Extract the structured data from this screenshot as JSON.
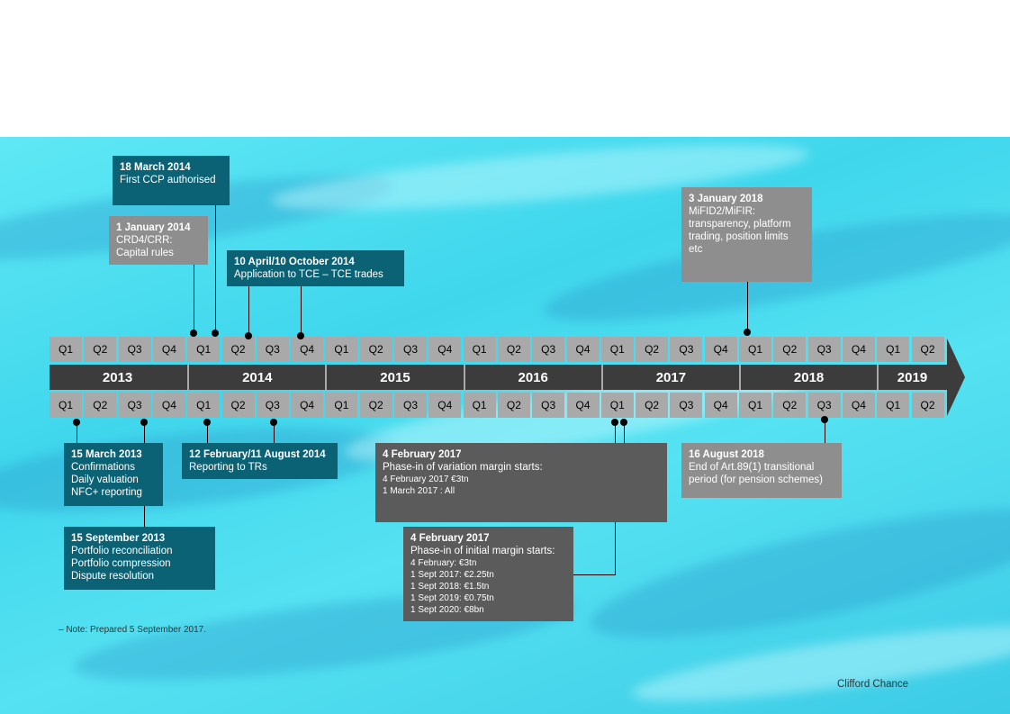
{
  "quarters": [
    "Q1",
    "Q2",
    "Q3",
    "Q4",
    "Q1",
    "Q2",
    "Q3",
    "Q4",
    "Q1",
    "Q2",
    "Q3",
    "Q4",
    "Q1",
    "Q2",
    "Q3",
    "Q4",
    "Q1",
    "Q2",
    "Q3",
    "Q4",
    "Q1",
    "Q2",
    "Q3",
    "Q4",
    "Q1",
    "Q2"
  ],
  "years": [
    "2013",
    "2014",
    "2015",
    "2016",
    "2017",
    "2018",
    "2019"
  ],
  "events": {
    "ccp": {
      "title": "18 March 2014",
      "lines": [
        "First CCP authorised"
      ]
    },
    "crd4": {
      "title": "1 January 2014",
      "lines": [
        "CRD4/CRR:",
        "Capital rules"
      ]
    },
    "tce": {
      "title": "10 April/10 October 2014",
      "lines": [
        "Application to TCE – TCE trades"
      ]
    },
    "mifid": {
      "title": "3 January 2018",
      "lines": [
        "MiFID2/MiFIR:",
        "transparency, platform",
        "trading, position limits",
        "etc"
      ]
    },
    "mar2013": {
      "title": "15 March 2013",
      "lines": [
        "Confirmations",
        "Daily valuation",
        "NFC+ reporting"
      ]
    },
    "sep2013": {
      "title": "15 September 2013",
      "lines": [
        "Portfolio reconciliation",
        "Portfolio compression",
        "Dispute resolution"
      ]
    },
    "trs": {
      "title": "12 February/11 August  2014",
      "lines": [
        "Reporting to TRs"
      ]
    },
    "vm": {
      "title": "4 February 2017",
      "lines": [
        "Phase-in of variation margin starts:"
      ],
      "small": [
        "4 February 2017 €3tn",
        "1 March 2017 : All"
      ]
    },
    "im": {
      "title": "4 February 2017",
      "lines": [
        "Phase-in of initial margin starts:"
      ],
      "small": [
        "4 February: €3tn",
        "1 Sept 2017: €2.25tn",
        "1 Sept 2018: €1.5tn",
        "1 Sept 2019: €0.75tn",
        "1 Sept 2020: €8bn"
      ]
    },
    "pension": {
      "title": "16 August 2018",
      "lines": [
        "End of Art.89(1) transitional",
        "period (for pension schemes)"
      ]
    }
  },
  "note": "–     Note: Prepared 5 September 2017.",
  "brand": "Clifford Chance",
  "colors": {
    "teal": "#0b6275",
    "grey": "#8e8e8e",
    "dark": "#5b5b5b",
    "band": "#3c3c3c",
    "quarter": "#a9a9a9"
  }
}
